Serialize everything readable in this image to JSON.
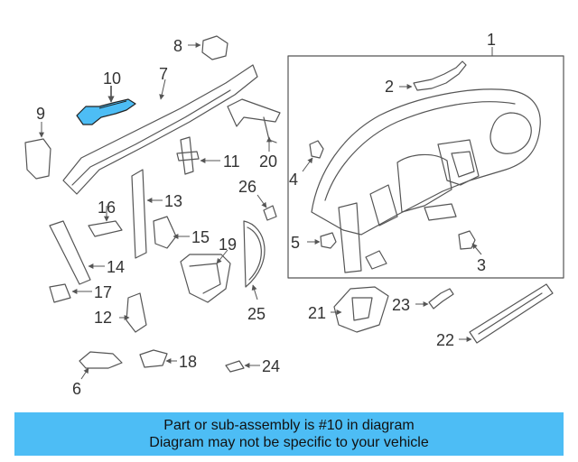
{
  "diagram": {
    "highlight_color": "#4dbdf5",
    "line_color": "#555555",
    "callouts": {
      "c1": "1",
      "c2": "2",
      "c3": "3",
      "c4": "4",
      "c5": "5",
      "c6": "6",
      "c7": "7",
      "c8": "8",
      "c9": "9",
      "c10": "10",
      "c11": "11",
      "c12": "12",
      "c13": "13",
      "c14": "14",
      "c15": "15",
      "c16": "16",
      "c17": "17",
      "c18": "18",
      "c19": "19",
      "c20": "20",
      "c21": "21",
      "c22": "22",
      "c23": "23",
      "c24": "24",
      "c25": "25"
    },
    "highlighted_part": "10"
  },
  "banner": {
    "line1": "Part or sub-assembly is #10 in diagram",
    "line2": "Diagram may not be specific to your vehicle",
    "background": "#4dbdf5"
  }
}
